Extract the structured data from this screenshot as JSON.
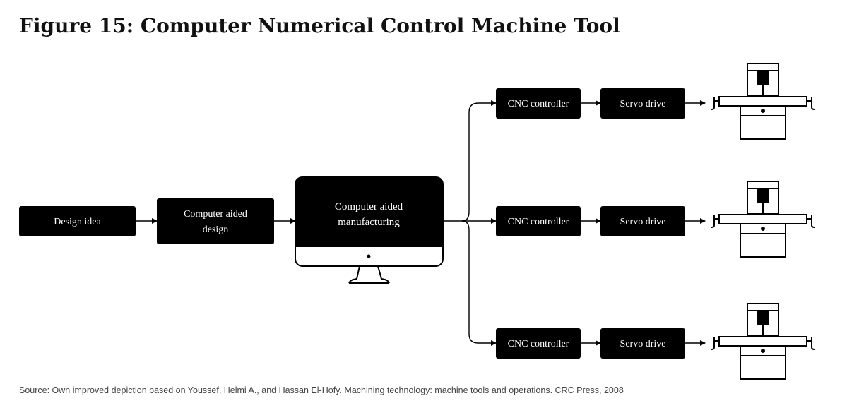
{
  "figure": {
    "title": "Figure 15: Computer Numerical Control Machine Tool",
    "source": "Source: Own improved depiction based on Youssef, Helmi A., and Hassan El-Hofy. Machining technology: machine tools and operations. CRC Press, 2008"
  },
  "nodes": {
    "design_idea": "Design idea",
    "cad_line1": "Computer aided",
    "cad_line2": "design",
    "cam_line1": "Computer aided",
    "cam_line2": "manufacturing"
  },
  "branches": [
    {
      "controller": "CNC controller",
      "drive": "Servo drive",
      "machine_icon": "cnc-machine-icon"
    },
    {
      "controller": "CNC controller",
      "drive": "Servo drive",
      "machine_icon": "cnc-machine-icon"
    },
    {
      "controller": "CNC controller",
      "drive": "Servo drive",
      "machine_icon": "cnc-machine-icon"
    }
  ],
  "icons": {
    "computer": "monitor-icon",
    "arrow": "arrow-right-icon"
  },
  "colors": {
    "box": "#000000",
    "box_text": "#ffffff",
    "line": "#000000"
  }
}
